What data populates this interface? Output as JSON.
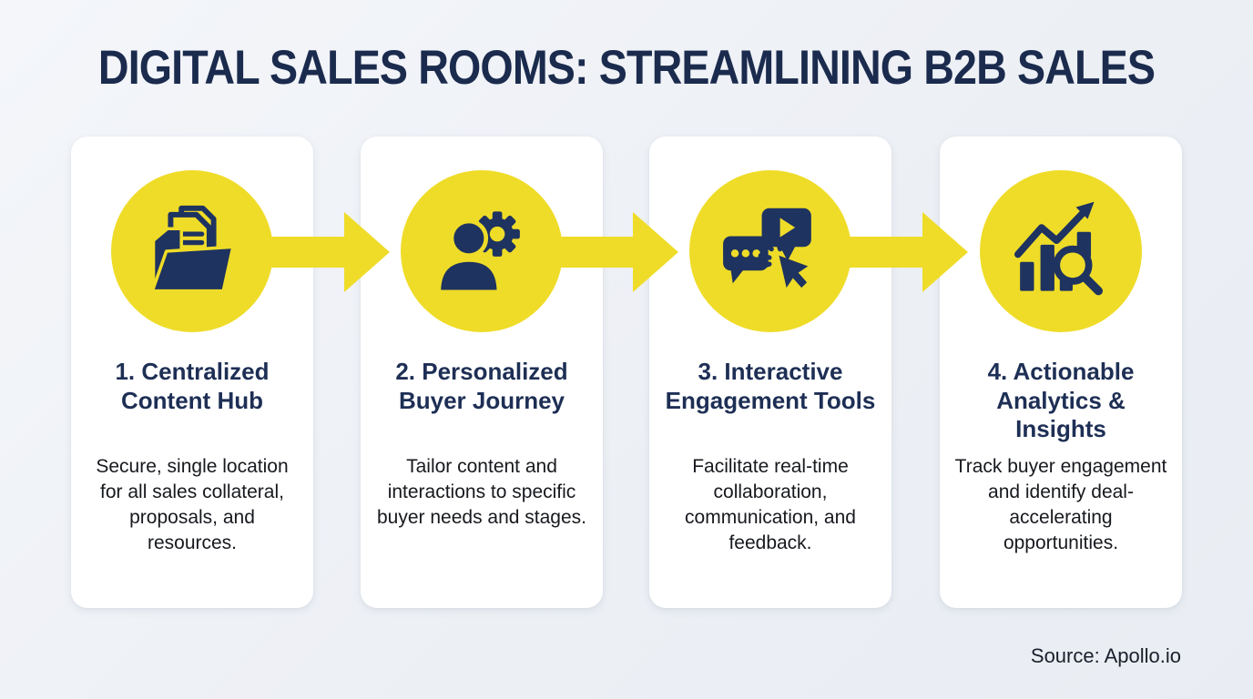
{
  "title": "DIGITAL SALES ROOMS: STREAMLINING B2B SALES",
  "source": "Source: Apollo.io",
  "steps": [
    {
      "title": "1. Centralized Content Hub",
      "description": "Secure, single location for all sales collateral, proposals, and resources.",
      "icon": "folder-documents-icon"
    },
    {
      "title": "2. Personalized Buyer Journey",
      "description": "Tailor content and interactions to specific buyer needs and stages.",
      "icon": "person-gear-icon"
    },
    {
      "title": "3. Interactive Engagement Tools",
      "description": "Facilitate real-time collaboration, communication, and feedback.",
      "icon": "chat-video-cursor-icon"
    },
    {
      "title": "4. Actionable Analytics & Insights",
      "description": "Track buyer engagement and identify deal-accelerating opportunities.",
      "icon": "analytics-magnifier-icon"
    }
  ],
  "colors": {
    "accent_yellow": "#EFDC28",
    "icon_navy": "#1E3360",
    "heading_navy": "#1E2F55",
    "page_title_navy": "#1B2B4E",
    "body_text": "#17191E",
    "card_background": "#FFFFFF",
    "page_background": "#EDF0F5"
  }
}
